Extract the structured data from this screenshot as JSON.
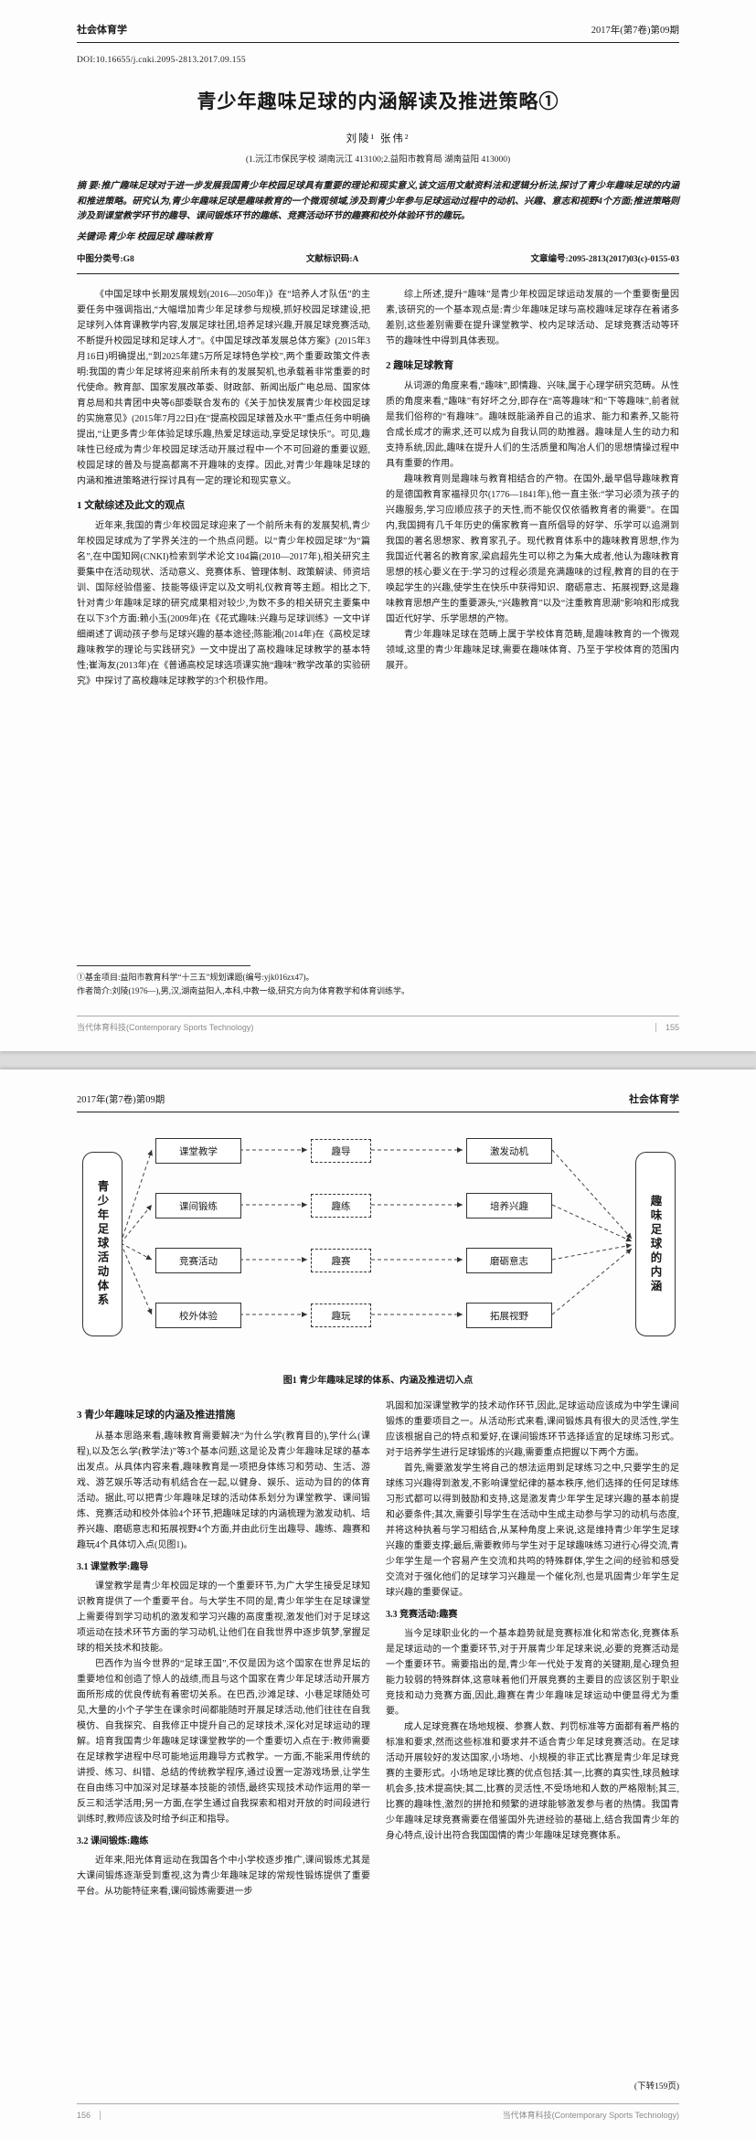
{
  "journal": {
    "field_label": "社会体育学",
    "issue": "2017年(第7卷)第09期",
    "footer_name": "当代体育科技(Contemporary Sports Technology)",
    "page1_number": "155",
    "page2_number": "156"
  },
  "page1": {
    "doi": "DOI:10.16655/j.cnki.2095-2813.2017.09.155",
    "title": "青少年趣味足球的内涵解读及推进策略①",
    "authors": "刘陵¹  张伟²",
    "affiliation": "(1.沅江市保民学校  湖南沅江  413100;2.益阳市教育局  湖南益阳  413000)",
    "abstract_label": "摘  要:",
    "abstract_text": "推广趣味足球对于进一步发展我国青少年校园足球具有重要的理论和现实意义,该文运用文献资料法和逻辑分析法,探讨了青少年趣味足球的内涵和推进策略。研究认为,青少年趣味足球是趣味教育的一个微观领域,涉及到青少年参与足球运动过程中的动机、兴趣、意志和视野4个方面;推进策略则涉及到课堂教学环节的趣导、课间锻炼环节的趣练、竞赛活动环节的趣赛和校外体验环节的趣玩。",
    "keywords_label": "关键词:",
    "keywords": "青少年  校园足球  趣味教育",
    "clc": "中图分类号:G8",
    "doc_code": "文献标识码:A",
    "article_no": "文章编号:2095-2813(2017)03(c)-0155-03",
    "left": {
      "p1": "《中国足球中长期发展规划(2016—2050年)》在“培养人才队伍”的主要任务中强调指出,“大幅增加青少年足球参与规模,抓好校园足球建设,把足球列入体育课教学内容,发展足球社团,培养足球兴趣,开展足球竞赛活动,不断提升校园足球和足球人才”。《中国足球改革发展总体方案》(2015年3月16日)明确提出,“到2025年建5万所足球特色学校”,两个重要政策文件表明:我国的青少年足球将迎来前所未有的发展契机,也承载着非常重要的时代使命。教育部、国家发展改革委、财政部、新闻出版广电总局、国家体育总局和共青团中央等6部委联合发布的《关于加快发展青少年校园足球的实施意见》(2015年7月22日)在“提高校园足球普及水平”重点任务中明确提出,“让更多青少年体验足球乐趣,热爱足球运动,享受足球快乐”。可见,趣味性已经成为青少年校园足球活动开展过程中一个不可回避的重要议题,校园足球的普及与提高都离不开趣味的支撑。因此,对青少年趣味足球的内涵和推进策略进行探讨具有一定的理论和现实意义。",
      "h1": "1  文献综述及此文的观点",
      "p2": "近年来,我国的青少年校园足球迎来了一个前所未有的发展契机,青少年校园足球成为了学界关注的一个热点问题。以“青少年校园足球”为“篇名”,在中国知网(CNKI)检索到学术论文104篇(2010—2017年),相关研究主要集中在活动现状、活动意义、竞赛体系、管理体制、政策解读、师资培训、国际经验借鉴、技能等级评定以及文明礼仪教育等主题。相比之下,针对青少年趣味足球的研究成果相对较少,为数不多的相关研究主要集中在以下3个方面:赖小玉(2009年)在《花式趣味:兴趣与足球训练》一文中详细阐述了调动孩子参与足球兴趣的基本途径;陈能湘(2014年)在《高校足球趣味教学的理论与实践研究》一文中提出了高校趣味足球教学的基本特性;崔海友(2013年)在《普通高校足球选项课实施“趣味”教学改革的实验研究》中探讨了高校趣味足球教学的3个积极作用。"
    },
    "right": {
      "p1": "综上所述,提升“趣味”是青少年校园足球运动发展的一个重要衡量因素,该研究的一个基本观点是:青少年趣味足球与高校趣味足球存在着诸多差别,这些差别需要在提升课堂教学、校内足球活动、足球竞赛活动等环节的趣味性中得到具体表现。",
      "h2": "2  趣味足球教育",
      "p2": "从词源的角度来看,“趣味”,即情趣、兴味,属于心理学研究范畴。从性质的角度来看,“趣味”有好坏之分,即存在“高等趣味”和“下等趣味”,前者就是我们俗称的“有趣味”。趣味既能涵养自己的追求、能力和素养,又能符合成长成才的需求,还可以成为自我认同的助推器。趣味是人生的动力和支持系统,因此,趣味在提升人们的生活质量和陶冶人们的思想情操过程中具有重要的作用。",
      "p3": "趣味教育则是趣味与教育相结合的产物。在国外,最早倡导趣味教育的是德国教育家福禄贝尔(1776—1841年),他一直主张:“学习必须为孩子的兴趣服务,学习应顺应孩子的天性,而不能仅仅依循教育者的需要”。在国内,我国拥有几千年历史的儒家教育一直所倡导的好学、乐学可以追溯到我国的著名思想家、教育家孔子。现代教育体系中的趣味教育思想,作为我国近代著名的教育家,梁启超先生可以称之为集大成者,他认为趣味教育思想的核心要义在于:学习的过程必须是充满趣味的过程,教育的目的在于唤起学生的兴趣,使学生在快乐中获得知识、磨砺意志、拓展视野,这是趣味教育思想产生的重要源头,“兴趣教育”以及“注重教育思潮”影响和形成我国近代好学、乐学思想的产物。",
      "p4": "青少年趣味足球在范畴上属于学校体育范畴,是趣味教育的一个微观领域,这里的青少年趣味足球,需要在趣味体育、乃至于学校体育的范围内展开。"
    },
    "footnote1": "①基金项目:益阳市教育科学“十三五”规划课题(编号:yjk016zx47)。",
    "footnote2": "作者简介:刘陵(1976—),男,汉,湖南益阳人,本科,中教一级,研究方向为体育教学和体育训练学。"
  },
  "page2": {
    "figure": {
      "left_box": "青少年足球活动体系",
      "right_box": "趣味足球的内涵",
      "col_activities": [
        "课堂教学",
        "课间锻练",
        "竞赛活动",
        "校外体验"
      ],
      "col_cutins": [
        "趣导",
        "趣练",
        "趣赛",
        "趣玩"
      ],
      "col_meanings": [
        "激发动机",
        "培养兴趣",
        "磨砺意志",
        "拓展视野"
      ],
      "caption": "图1  青少年趣味足球的体系、内涵及推进切入点"
    },
    "left": {
      "h3": "3  青少年趣味足球的内涵及推进措施",
      "p1": "从基本思路来看,趣味教育需要解决“为什么学(教育目的),学什么(课程),以及怎么学(教学法)”等3个基本问题,这是论及青少年趣味足球的基本出发点。从具体内容来看,趣味教育是一项把身体练习和劳动、生活、游戏、游艺娱乐等活动有机结合在一起,以健身、娱乐、运动为目的的体育活动。据此,可以把青少年趣味足球的活动体系划分为课堂教学、课间锻炼、竞赛活动和校外体验4个环节,把趣味足球的内涵梳理为激发动机、培养兴趣、磨砺意志和拓展视野4个方面,并由此衍生出趣导、趣练、趣赛和趣玩4个具体切入点(见图1)。",
      "h31": "3.1 课堂教学:趣导",
      "p2": "课堂教学是青少年校园足球的一个重要环节,为广大学生接受足球知识教育提供了一个重要平台。与大学生不同的是,青少年学生在足球课堂上需要得到学习动机的激发和学习兴趣的高度重视,激发他们对于足球这项运动在技术环节方面的学习动机,让他们在自我世界中逐步筑梦,掌握足球的相关技术和技能。",
      "p3": "巴西作为当今世界的“足球王国”,不仅是因为这个国家在世界足坛的重要地位和创造了惊人的战绩,而且与这个国家在青少年足球活动开展方面所形成的优良传统有着密切关系。在巴西,沙滩足球、小巷足球随处可见,大量的小个子学生在课余时间都能随时开展足球活动,他们往往在自我模仿、自我探究、自我修正中提升自己的足球技术,深化对足球运动的理解。培育我国青少年趣味足球课堂教学的一个重要切入点在于:教师需要在足球教学进程中尽可能地运用趣导方式教学。一方面,不能采用传统的讲授、练习、纠错、总结的传统教学程序,通过设置一定游戏场景,让学生在自由练习中加深对足球基本技能的领悟,最终实现技术动作运用的举一反三和活学活用;另一方面,在学生通过自我探索和相对开放的时间段进行训练时,教师应该及时给予纠正和指导。",
      "h32": "3.2 课间锻炼:趣练",
      "p4": "近年来,阳光体育运动在我国各个中小学校逐步推广,课间锻炼尤其是大课间锻炼逐渐受到重视,这为青少年趣味足球的常规性锻炼提供了重要平台。从功能特征来看,课间锻炼需要进一步"
    },
    "right": {
      "p1": "巩固和加深课堂教学的技术动作环节,因此,足球运动应该成为中学生课间锻炼的重要项目之一。从活动形式来看,课间锻炼具有很大的灵活性,学生应该根据自己的特点和爱好,在课间锻炼环节选择适宜的足球练习形式。对于培养学生进行足球锻炼的兴趣,需要重点把握以下两个方面。",
      "p2": "首先,需要激发学生将自己的想法运用到足球练习之中,只要学生的足球练习兴趣得到激发,不影响课堂纪律的基本秩序,他们选择的任何足球练习形式都可以得到鼓励和支持,这是激发青少年学生足球兴趣的基本前提和必要条件;其次,需要引导学生在活动中生成主动参与学习的动机与态度,并将这种执着与学习相结合,从某种角度上来说,这是维持青少年学生足球兴趣的重要支撑;最后,需要教师与学生对于足球趣味练习进行心得交流,青少年学生是一个容易产生交流和共鸣的特殊群体,学生之间的经验和感受交流对于强化他们的足球学习兴趣是一个催化剂,也是巩固青少年学生足球兴趣的重要保证。",
      "h33": "3.3 竞赛活动:趣赛",
      "p3": "当今足球职业化的一个基本趋势就是竞赛标准化和常态化,竞赛体系是足球运动的一个重要环节,对于开展青少年足球来说,必要的竞赛活动是一个重要环节。需要指出的是,青少年一代处于发育的关键期,是心理负担能力较弱的特殊群体,这意味着他们开展竞赛的主要目的应该区别于职业竞技和动力竞赛方面,因此,趣赛在青少年趣味足球运动中便显得尤为重要。",
      "p4": "成人足球竞赛在场地规模、参赛人数、判罚标准等方面都有着严格的标准和要求,然而这些标准和要求并不适合青少年足球竞赛活动。在足球活动开展较好的发达国家,小场地、小规模的非正式比赛是青少年足球竞赛的主要形式。小场地足球比赛的优点包括:其一,比赛的真实性,球员触球机会多,技术提高快;其二,比赛的灵活性,不受场地和人数的严格限制;其三,比赛的趣味性,激烈的拼抢和频繁的进球能够激发参与者的热情。我国青少年趣味足球竞赛需要在借鉴国外先进经验的基础上,结合我国青少年的身心特点,设计出符合我国国情的青少年趣味足球竞赛体系。",
      "continued": "(下转159页)"
    }
  }
}
